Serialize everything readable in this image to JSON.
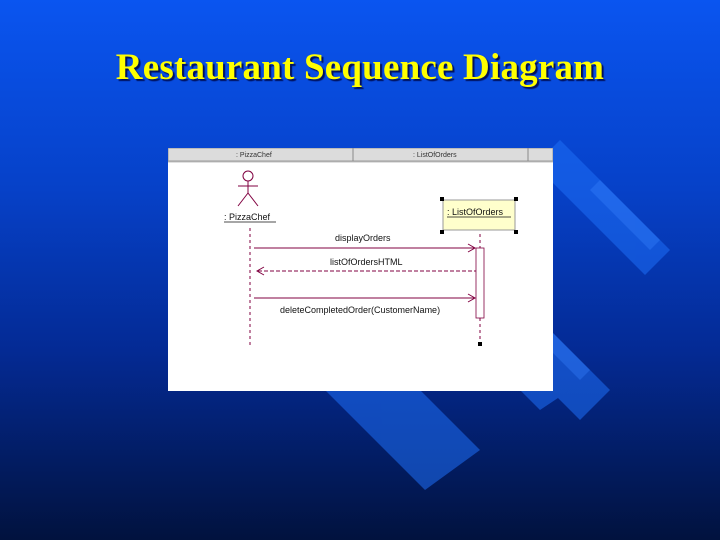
{
  "slide": {
    "title": "Restaurant Sequence Diagram",
    "background_top": "#0a55f0",
    "background_bottom": "#01123e",
    "title_color": "#ffff00"
  },
  "diagram": {
    "header": {
      "column_1": ": PizzaChef",
      "column_2": ": ListOfOrders"
    },
    "actor": {
      "label": ": PizzaChef",
      "icon": "stick-figure-icon"
    },
    "object": {
      "label": ": ListOfOrders",
      "selected": true
    },
    "messages": [
      {
        "label": "displayOrders",
        "direction": "to-object",
        "style": "solid"
      },
      {
        "label": "listOfOrdersHTML",
        "direction": "to-actor",
        "style": "dashed"
      },
      {
        "label": "deleteCompletedOrder(CustomerName)",
        "direction": "to-object",
        "style": "solid"
      }
    ],
    "colors": {
      "lifeline": "#800040",
      "object_fill": "#ffffcc",
      "header_fill": "#dcdcdc"
    }
  }
}
